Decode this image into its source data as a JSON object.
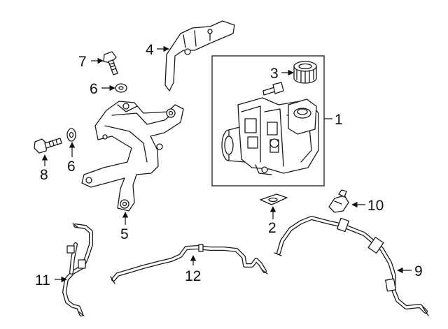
{
  "diagram": {
    "callouts": [
      {
        "id": "1",
        "text": "1"
      },
      {
        "id": "2",
        "text": "2"
      },
      {
        "id": "3",
        "text": "3"
      },
      {
        "id": "4",
        "text": "4"
      },
      {
        "id": "5",
        "text": "5"
      },
      {
        "id": "6a",
        "text": "6"
      },
      {
        "id": "6b",
        "text": "6"
      },
      {
        "id": "7",
        "text": "7"
      },
      {
        "id": "8",
        "text": "8"
      },
      {
        "id": "9",
        "text": "9"
      },
      {
        "id": "10",
        "text": "10"
      },
      {
        "id": "11",
        "text": "11"
      },
      {
        "id": "12",
        "text": "12"
      }
    ]
  }
}
